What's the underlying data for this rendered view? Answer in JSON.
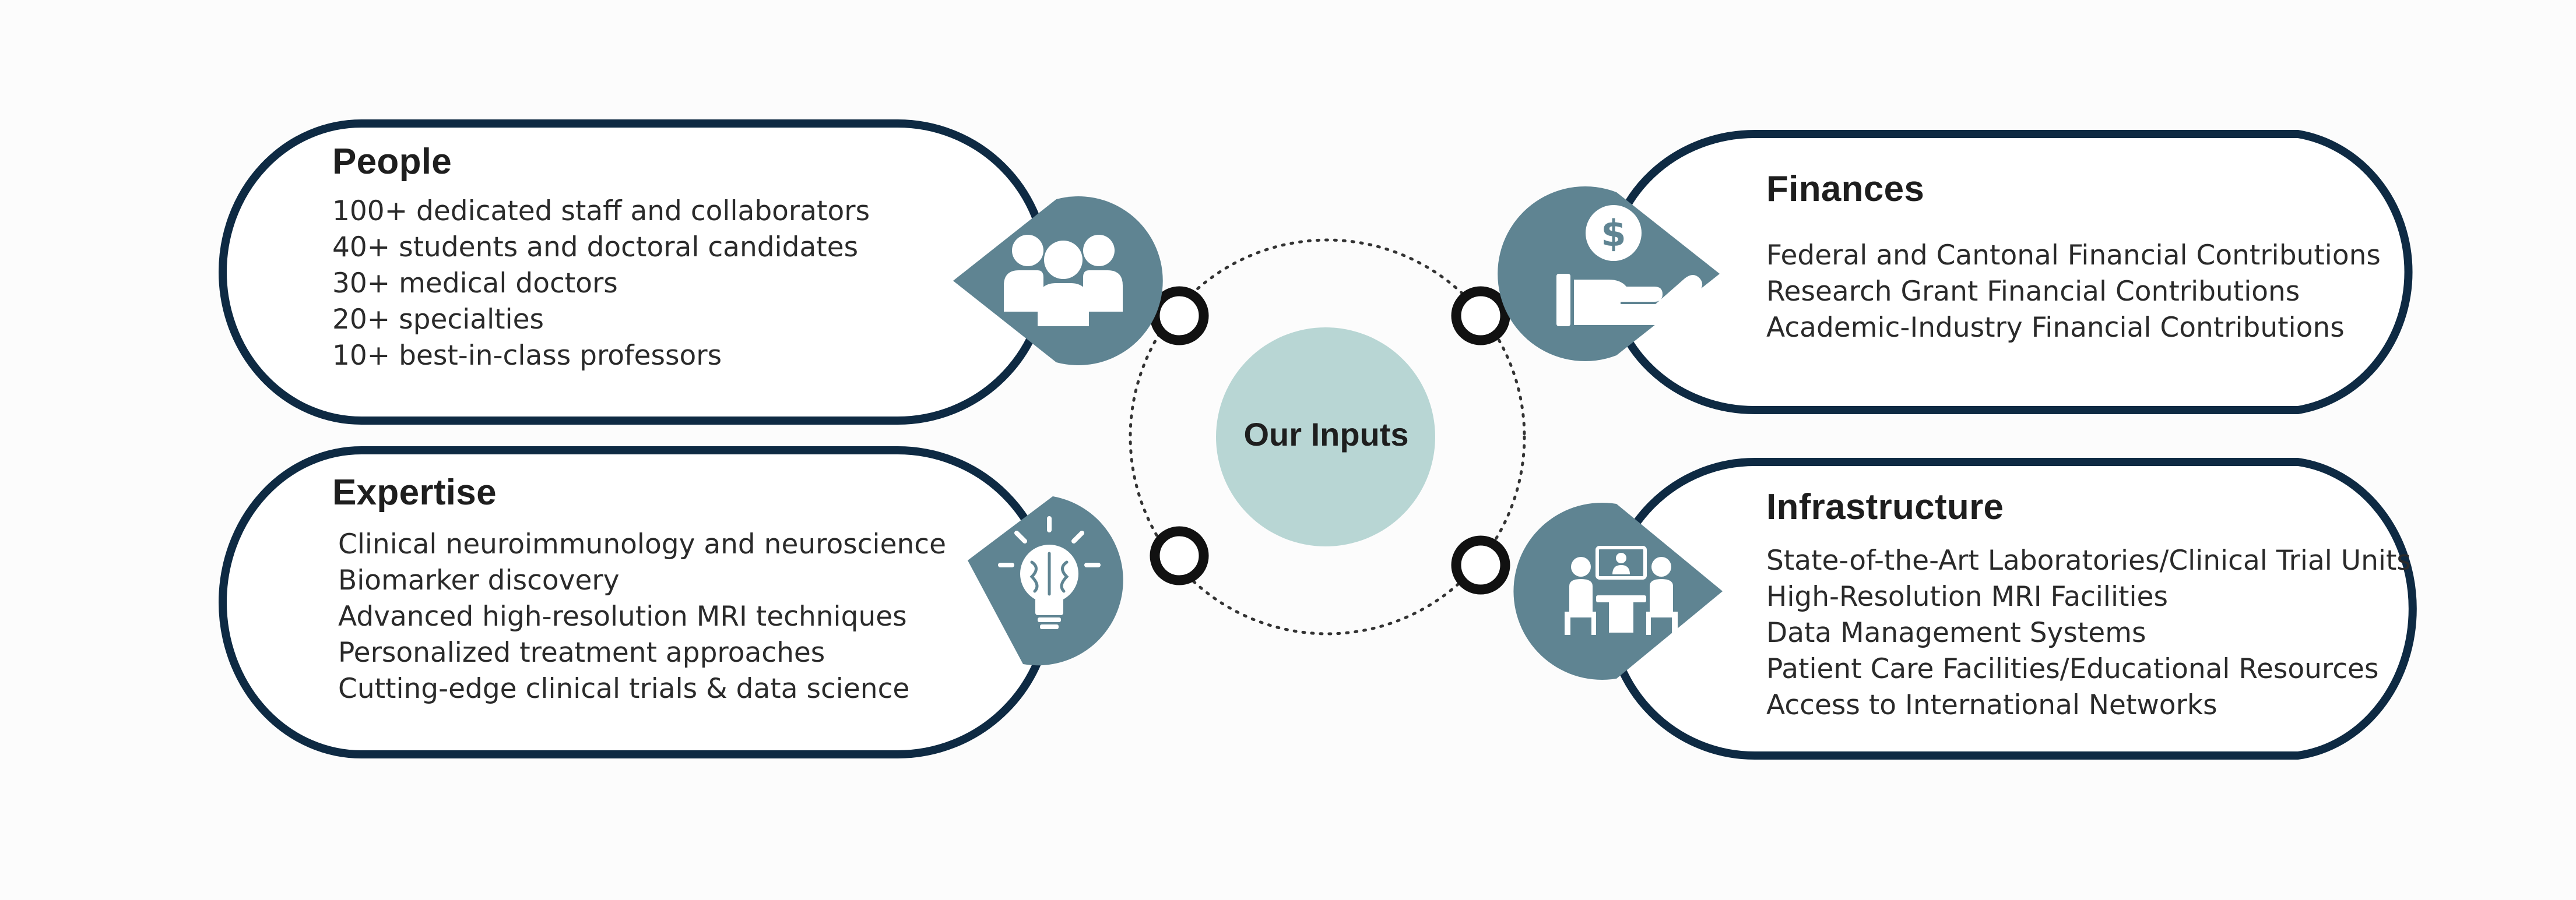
{
  "center": {
    "label": "Our Inputs"
  },
  "panels": {
    "people": {
      "title": "People",
      "icon": "people-group-icon",
      "items": [
        "100+ dedicated staff and collaborators",
        "40+ students and doctoral candidates",
        "30+ medical doctors",
        "20+ specialties",
        "10+ best-in-class professors"
      ]
    },
    "expertise": {
      "title": "Expertise",
      "icon": "lightbulb-brain-icon",
      "items": [
        "Clinical neuroimmunology and neuroscience",
        "Biomarker discovery",
        "Advanced high-resolution MRI techniques",
        "Personalized treatment approaches",
        "Cutting-edge clinical trials & data science"
      ]
    },
    "finances": {
      "title": "Finances",
      "icon": "hand-holding-dollar-icon",
      "items": [
        "Federal and Cantonal Financial Contributions",
        "Research Grant Financial Contributions",
        "Academic-Industry Financial Contributions"
      ]
    },
    "infrastructure": {
      "title": "Infrastructure",
      "icon": "meeting-screen-icon",
      "items": [
        "State-of-the-Art Laboratories/Clinical Trial Units",
        "High-Resolution MRI Facilities",
        "Data Management Systems",
        "Patient Care Facilities/Educational Resources",
        "Access to International Networks"
      ]
    }
  },
  "colors": {
    "outline": "#0e2a43",
    "accent": "#5f8492",
    "center_fill": "#b8d6d4",
    "text": "#1e1e1e",
    "background": "#fcfcfc"
  }
}
